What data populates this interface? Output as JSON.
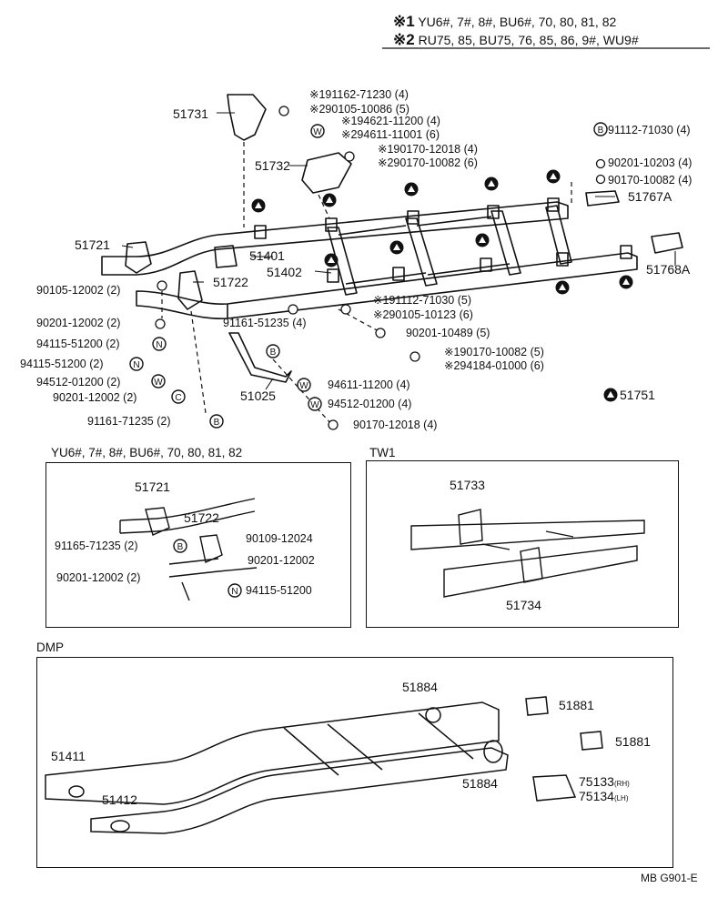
{
  "header": {
    "line1_mark": "※1",
    "line1_text": "YU6#, 7#, 8#, BU6#, 70, 80, 81, 82",
    "line2_mark": "※2",
    "line2_text": "RU75, 85, BU75, 76, 85, 86, 9#, WU9#"
  },
  "main_labels": {
    "l51731": "51731",
    "l51732": "51732",
    "l51721": "51721",
    "l51401": "51401",
    "l51402": "51402",
    "l51722": "51722",
    "l51025": "51025",
    "l51767a": "51767A",
    "l51768a": "51768A",
    "l51751": "51751",
    "p1": "※191162-71230 (4)",
    "p2": "※290105-10086 (5)",
    "p3": "※194621-11200 (4)",
    "p4": "※294611-11001 (6)",
    "p5": "※190170-12018 (4)",
    "p6": "※290170-10082 (6)",
    "p7": "91112-71030 (4)",
    "p8": "90201-10203 (4)",
    "p9": "90170-10082 (4)",
    "p10": "90105-12002 (2)",
    "p11": "90201-12002 (2)",
    "p12": "94115-51200 (2)",
    "p13": "94115-51200 (2)",
    "p14": "94512-01200 (2)",
    "p15": "90201-12002 (2)",
    "p16": "91161-71235 (2)",
    "p17": "91161-51235 (4)",
    "p18": "※191112-71030 (5)",
    "p19": "※290105-10123 (6)",
    "p20": "90201-10489 (5)",
    "p21": "※190170-10082 (5)",
    "p22": "※294184-01000 (6)",
    "p23": "94611-11200 (4)",
    "p24": "94512-01200 (4)",
    "p25": "90170-12018 (4)"
  },
  "inset_yu": {
    "title": "YU6#, 7#, 8#, BU6#, 70, 80, 81, 82",
    "l51721": "51721",
    "l51722": "51722",
    "a": "91165-71235 (2)",
    "b": "90109-12024",
    "c": "90201-12002",
    "d": "90201-12002 (2)",
    "e": "94115-51200"
  },
  "inset_tw": {
    "title": "TW1",
    "l51733": "51733",
    "l51734": "51734"
  },
  "inset_dmp": {
    "title": "DMP",
    "l51884a": "51884",
    "l51881a": "51881",
    "l51881b": "51881",
    "l51411": "51411",
    "l51884b": "51884",
    "l75133": "75133",
    "l75133s": "(RH)",
    "l75134": "75134",
    "l75134s": "(LH)",
    "l51412": "51412"
  },
  "markers": {
    "B": "B",
    "W": "W",
    "N": "N",
    "C": "C"
  },
  "footer": "MB G901-E"
}
